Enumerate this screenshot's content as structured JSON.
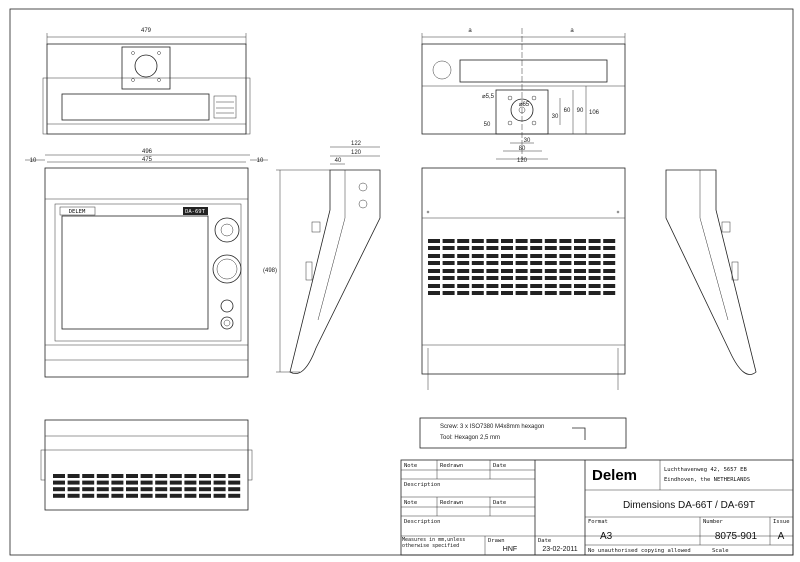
{
  "dimensions": {
    "top_width": "479",
    "front_outer": "496",
    "front_inner": "475",
    "side_gap_left": "10",
    "side_gap_right": "10",
    "height": "(498)",
    "side_depth_outer": "122",
    "side_depth_inner": "120",
    "side_offset": "40",
    "rear_dim_a": "a",
    "rear_dim_b": "a",
    "hole_d1": "⌀5,5",
    "hole_d2": "⌀65",
    "d_50": "50",
    "d_30a": "30",
    "d_60": "60",
    "d_90": "90",
    "d_106": "106",
    "d_30b": "30",
    "d_80": "80",
    "d_120": "120"
  },
  "front_labels": {
    "brand_badge": "DELEM",
    "model_badge": "DA-69T"
  },
  "note_box": {
    "line1": "Screw: 3 x ISO7380 M4x8mm hexagon",
    "line2": "Tool: Hexagon 2,5 mm"
  },
  "title_block": {
    "note_label": "Note",
    "redrawn_label": "Redrawn",
    "date_label": "Date",
    "description_label": "Description",
    "note_label_2": "Note",
    "redrawn_label_2": "Redrawn",
    "date_label_2": "Date",
    "description_label_2": "Description",
    "measures_note": "Measures in mm,unless otherwise specified",
    "drawn_label": "Drawn",
    "drawn_value": "HNF",
    "date_label_3": "Date",
    "date_value": "23-02-2011",
    "company_logo": "Delem",
    "company_address_1": "Luchthavenweg 42, 5657 EB",
    "company_address_2": "Eindhoven, the NETHERLANDS",
    "title": "Dimensions DA-66T / DA-69T",
    "format_label": "Format",
    "format_value": "A3",
    "number_label": "Number",
    "number_value": "8075-901",
    "issue_label": "Issue",
    "issue_value": "A",
    "copy_note": "No unauthorised copying allowed",
    "scale_label": "Scale"
  }
}
